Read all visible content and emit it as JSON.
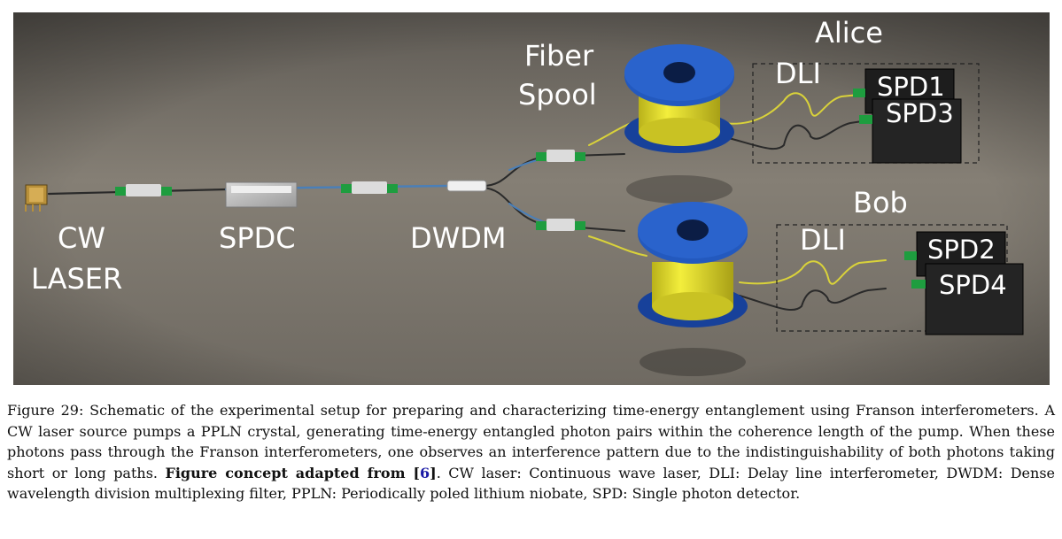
{
  "figure": {
    "labels": {
      "cw": "CW",
      "laser": "LASER",
      "spdc": "SPDC",
      "dwdm": "DWDM",
      "fiber": "Fiber",
      "spool": "Spool",
      "alice": "Alice",
      "bob": "Bob",
      "dli_alice": "DLI",
      "dli_bob": "DLI",
      "spd1": "SPD1",
      "spd2": "SPD2",
      "spd3": "SPD3",
      "spd4": "SPD4"
    },
    "colors": {
      "background": "#7b756b",
      "spool_blue": "#1f55b4",
      "fiber_yellow": "#e8e22a",
      "detector": "#1c1c1c"
    }
  },
  "caption": {
    "part1": "Figure 29: Schematic of the experimental setup for preparing and characterizing time-energy entanglement using Franson interferometers. A CW laser source pumps a PPLN crystal, generating time-energy entangled photon pairs within the coherence length of the pump. When these photons pass through the Franson interferometers, one observes an interference pattern due to the indistinguishability of both photons taking short or long paths. ",
    "bold": "Figure concept adapted from [",
    "ref": "6",
    "bold_end": "]",
    "part2": ". CW laser: Continuous wave laser, DLI: Delay line interferometer, DWDM: Dense wavelength division multiplexing filter, PPLN: Periodically poled lithium niobate, SPD: Single photon detector."
  }
}
